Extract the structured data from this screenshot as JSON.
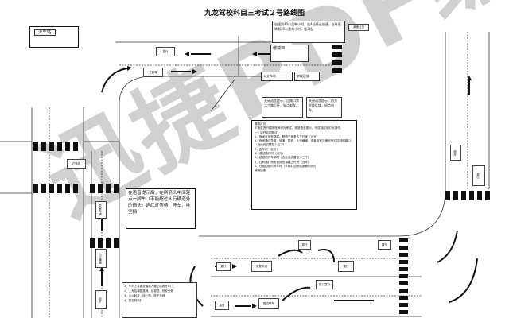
{
  "title": "九龙驾校科目三考试２号路线图",
  "watermark": "迅捷PDF编辑器",
  "boxes": {
    "train_station": "火车站",
    "speed_note": "加速到40公里每小时，挂4档停止加速，在时速降到30公里每小时，挂3档。",
    "yield": "减速让行",
    "gear_change": "增减档",
    "bus_stop": "公交车站",
    "school_zone": "学校区域",
    "bus_stop_tip": "关闭语音提示，过路口第二个路灯杆，轻点刹车。",
    "school_tip": "关闭语音提示，前方学校区域，轻点刹车。",
    "stop_line_tip": "在语音提示后，在两箭头中间轻点一脚车（不能超过人行横道外的箭头）遇红灯等待、停车、挂空挡"
  },
  "lights": {
    "heading": "模拟灯光",
    "lines": [
      "下面将进行模拟夜间灯光考试，请按语音提示，完成相应的灯光操作。",
      "一、请开启前照灯",
      "1、夜间在没有路灯，照明不良条件下行驶（远光）",
      "2、夜间通过急弯、坡道、拱桥、人行横道、或者没有交通信号灯控制的路口（近远光交替至少三下）",
      "3、会车时（近光）",
      "4、通过路口时（近光）",
      "5、超越前方车辆时（近远光交替至少三下）",
      "6、在有路灯照明良好的道路上行驶（近光）",
      "7、在路边临时停车时（示廓灯加危险报警闪光灯）",
      "模拟结束"
    ]
  },
  "start_list": [
    "1、车内上车要提醒路人避让后再开车门",
    "2、上车后调整座椅、后视镜、系安全带",
    "3、点火起步，挂一档，放下手刹",
    "4、打左转向灯"
  ],
  "labels": {
    "straight1": "直行",
    "left_turn": "左转弯",
    "right_turn": "右转弯",
    "change_lane": "变更车道",
    "pass": "超车",
    "straight2": "直行",
    "u_turn": "掉头",
    "start": "起步",
    "straight3": "直行",
    "pedestrian": "人行横道",
    "straight4": "直行",
    "lane_change2": "变更车道",
    "stop": "靠边停车",
    "straight5": "直行",
    "straight6": "直行",
    "crossing": "路口直行"
  }
}
